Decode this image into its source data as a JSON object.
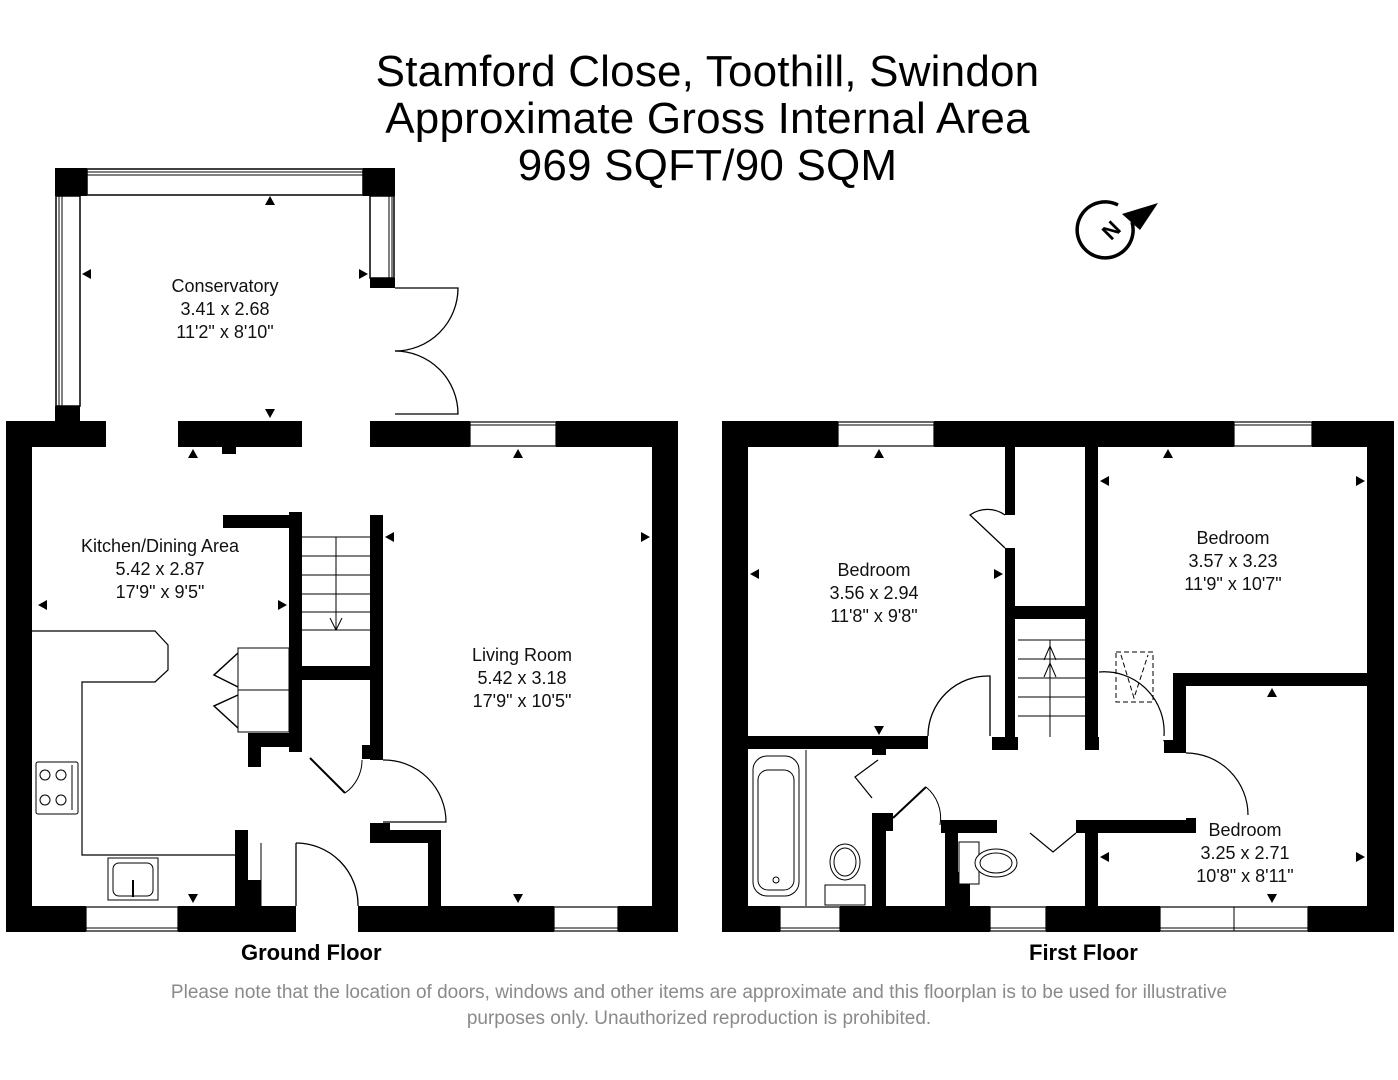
{
  "header": {
    "address": "Stamford Close, Toothill, Swindon",
    "subtitle": "Approximate Gross Internal Area",
    "area": "969 SQFT/90 SQM"
  },
  "compass": {
    "icon": "north-compass-icon",
    "letter": "N"
  },
  "floors": [
    {
      "label": "Ground Floor",
      "rooms": [
        {
          "name": "Conservatory",
          "metric": "3.41 x 2.68",
          "imperial": "11'2\" x 8'10\""
        },
        {
          "name": "Kitchen/Dining Area",
          "metric": "5.42 x 2.87",
          "imperial": "17'9\" x 9'5\""
        },
        {
          "name": "Living Room",
          "metric": "5.42 x 3.18",
          "imperial": "17'9\" x 10'5\""
        }
      ]
    },
    {
      "label": "First Floor",
      "rooms": [
        {
          "name": "Bedroom",
          "metric": "3.56 x 2.94",
          "imperial": "11'8\" x 9'8\""
        },
        {
          "name": "Bedroom",
          "metric": "3.57 x 3.23",
          "imperial": "11'9\" x 10'7\""
        },
        {
          "name": "Bedroom",
          "metric": "3.25 x 2.71",
          "imperial": "10'8\" x 8'11\""
        }
      ]
    }
  ],
  "disclaimer": {
    "line1": "Please note that the location of doors, windows and other items are approximate and this floorplan is to be used for illustrative",
    "line2": "purposes only. Unauthorized reproduction is prohibited."
  },
  "colors": {
    "wall": "#000000",
    "background": "#ffffff",
    "disclaimer_text": "#8a8a8a"
  }
}
